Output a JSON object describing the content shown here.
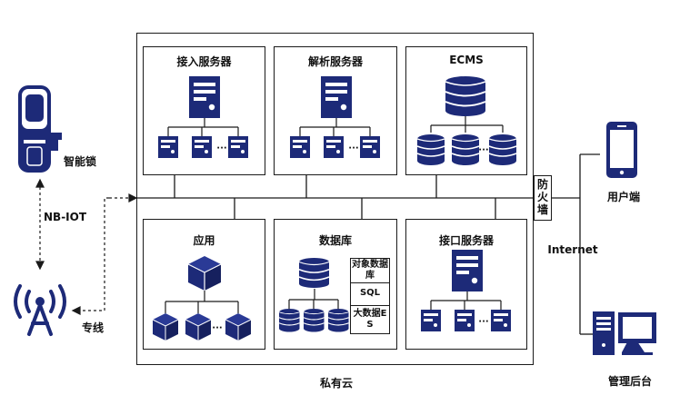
{
  "colors": {
    "navy": "#1d2a78",
    "line": "#1a1a1a"
  },
  "cloud": {
    "title": "私有云",
    "modules": {
      "access": "接入服务器",
      "parse": "解析服务器",
      "ecms": "ECMS",
      "app": "应用",
      "database": "数据库",
      "interface": "接口服务器"
    },
    "db_items": [
      "对象数据库",
      "SQL",
      "大数据ES"
    ],
    "ellipsis": "···"
  },
  "firewall": "防火墙",
  "left": {
    "smart_lock": "智能锁",
    "nb_iot": "NB-IOT",
    "dedicated_line": "专线"
  },
  "right": {
    "user_end": "用户端",
    "internet": "Internet",
    "admin": "管理后台"
  }
}
